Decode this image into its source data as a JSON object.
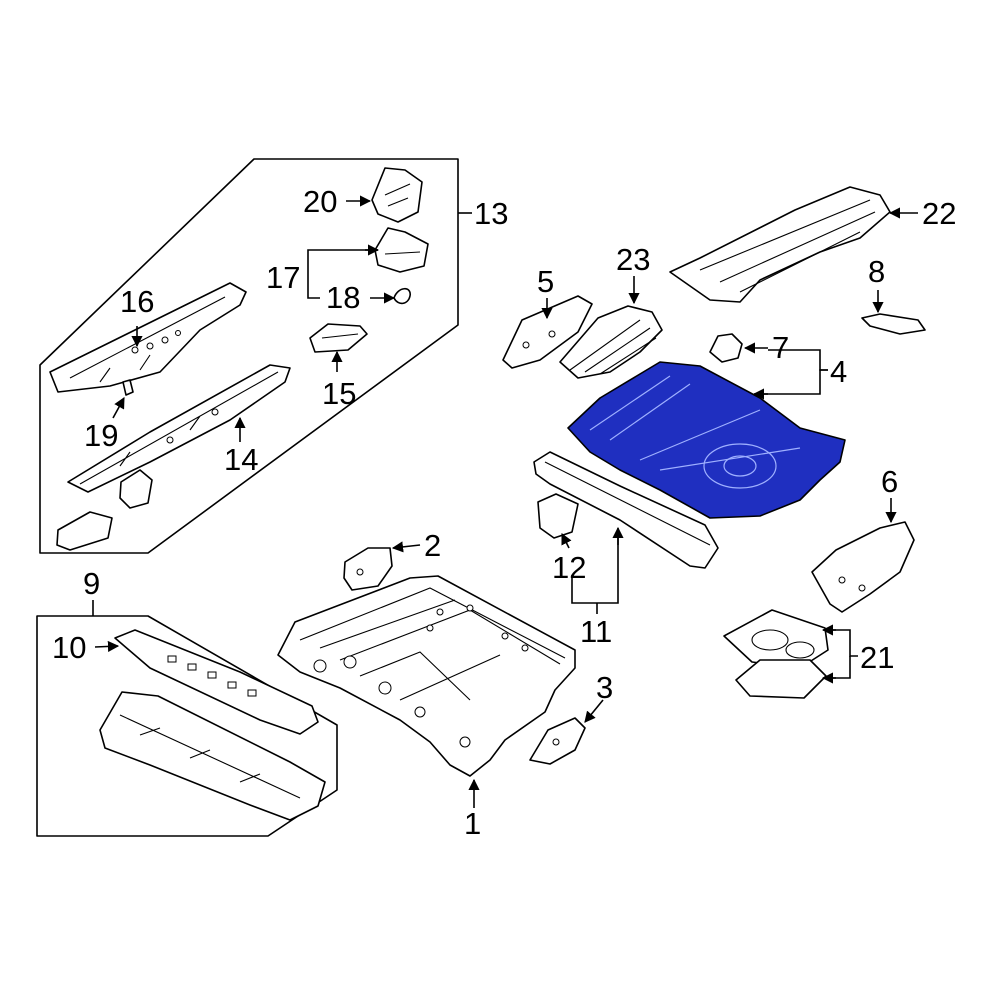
{
  "diagram": {
    "highlight_color": "#1f2fc0",
    "callouts": {
      "c1": "1",
      "c2": "2",
      "c3": "3",
      "c4": "4",
      "c5": "5",
      "c6": "6",
      "c7": "7",
      "c8": "8",
      "c9": "9",
      "c10": "10",
      "c11": "11",
      "c12": "12",
      "c13": "13",
      "c14": "14",
      "c15": "15",
      "c16": "16",
      "c17": "17",
      "c18": "18",
      "c19": "19",
      "c20": "20",
      "c21": "21",
      "c22": "22",
      "c23": "23"
    }
  }
}
